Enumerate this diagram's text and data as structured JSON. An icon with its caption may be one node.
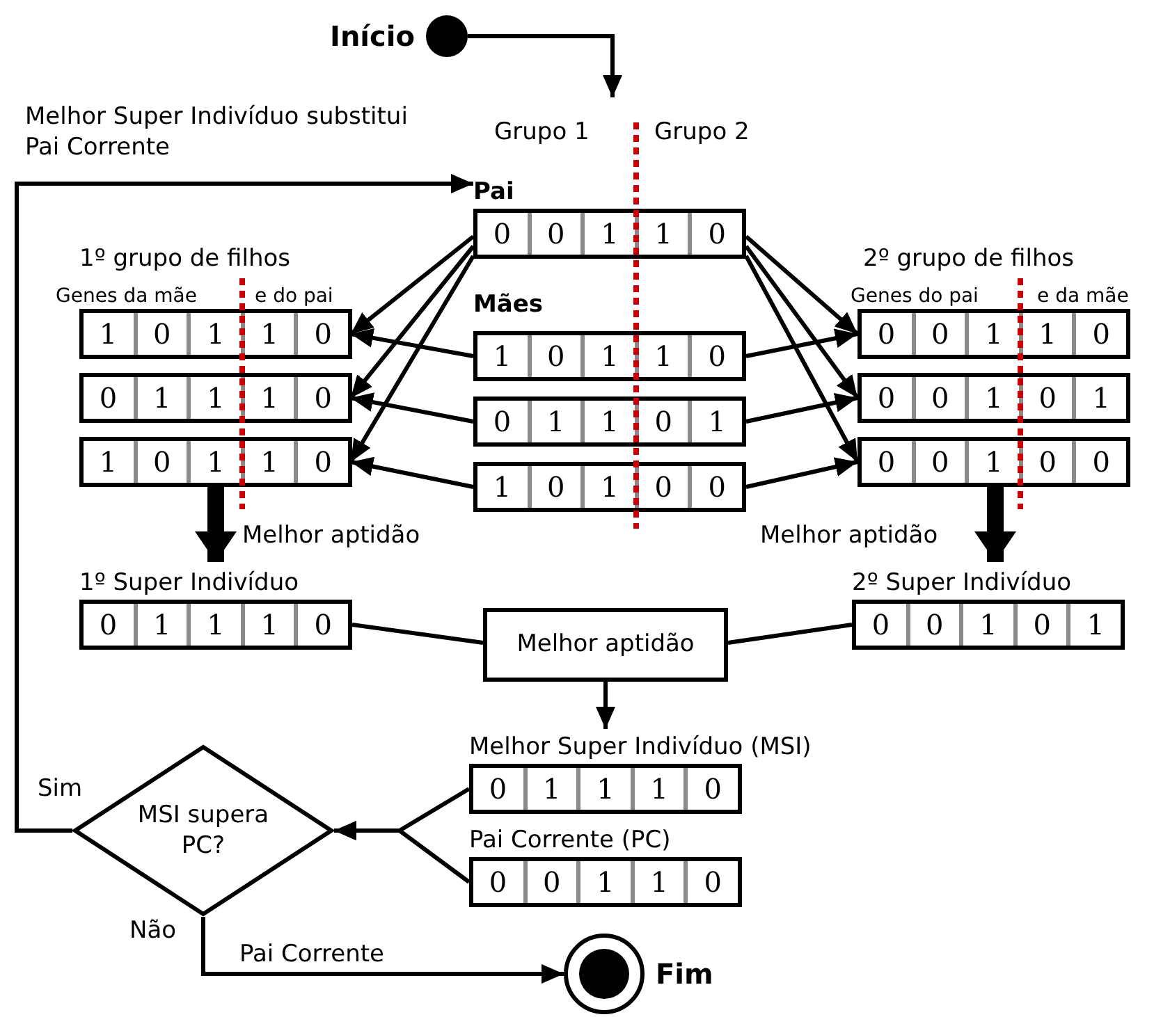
{
  "diagram": {
    "nodes": [
      {
        "text": [],
        "shape": "circle",
        "beside": [
          "Início"
        ]
      },
      {
        "text": [
          "0",
          "0",
          "1",
          "1",
          "0"
        ],
        "beside": [
          "Pai"
        ]
      },
      {
        "text": [
          "1",
          "0",
          "1",
          "1",
          "0"
        ]
      },
      {
        "text": [
          "0",
          "1",
          "1",
          "1",
          "0"
        ]
      },
      {
        "text": [
          "1",
          "0",
          "1",
          "1",
          "0"
        ]
      },
      {
        "text": [
          "1",
          "0",
          "1",
          "1",
          "0"
        ]
      },
      {
        "text": [
          "0",
          "1",
          "1",
          "0",
          "1"
        ]
      },
      {
        "text": [
          "1",
          "0",
          "1",
          "0",
          "0"
        ]
      },
      {
        "text": [
          "0",
          "0",
          "1",
          "1",
          "0"
        ]
      },
      {
        "text": [
          "0",
          "0",
          "1",
          "0",
          "1"
        ]
      },
      {
        "text": [
          "0",
          "0",
          "1",
          "0",
          "0"
        ]
      },
      {
        "text": [
          "0",
          "1",
          "1",
          "1",
          "0"
        ],
        "beside": [
          "1º Super Indivíduo"
        ]
      },
      {
        "text": [
          "0",
          "0",
          "1",
          "0",
          "1"
        ],
        "beside": [
          "2º Super Indivíduo"
        ]
      },
      {
        "text": [
          "Melhor aptidão"
        ]
      },
      {
        "text": [
          "0",
          "1",
          "1",
          "1",
          "0"
        ],
        "beside": [
          "Melhor Super Indivíduo (MSI)"
        ]
      },
      {
        "text": [
          "0",
          "0",
          "1",
          "1",
          "0"
        ],
        "beside": [
          "Pai Corrente (PC)"
        ]
      },
      {
        "text": [
          "MSI supera PC?"
        ]
      },
      {
        "text": [],
        "shape": "circle",
        "beside": [
          "Fim"
        ]
      }
    ],
    "edges": [
      {
        "from": 0,
        "to": null,
        "arrow": "to"
      },
      {
        "from": 1,
        "to": 2,
        "arrow": "to"
      },
      {
        "from": 1,
        "to": 3,
        "arrow": "to"
      },
      {
        "from": 1,
        "to": 4,
        "arrow": "to"
      },
      {
        "from": 5,
        "to": 2,
        "arrow": "to"
      },
      {
        "from": 6,
        "to": 3,
        "arrow": "to"
      },
      {
        "from": 7,
        "to": 4,
        "arrow": "to"
      },
      {
        "from": 1,
        "to": 8,
        "arrow": "to"
      },
      {
        "from": 1,
        "to": 9,
        "arrow": "to"
      },
      {
        "from": 1,
        "to": 10,
        "arrow": "to"
      },
      {
        "from": 5,
        "to": 8,
        "arrow": "to"
      },
      {
        "from": 6,
        "to": 9,
        "arrow": "to"
      },
      {
        "from": 7,
        "to": 10,
        "arrow": "to"
      },
      {
        "from": 4,
        "to": 11,
        "arrow": "to",
        "label": "Melhor aptidão",
        "style": "thick"
      },
      {
        "from": 10,
        "to": 12,
        "arrow": "to",
        "label": "Melhor aptidão",
        "style": "thick"
      },
      {
        "from": 11,
        "to": 13,
        "arrow": "none"
      },
      {
        "from": 12,
        "to": 13,
        "arrow": "none"
      },
      {
        "from": 13,
        "to": 14,
        "arrow": "to"
      },
      {
        "from": 14,
        "to": 16,
        "arrow": "to"
      },
      {
        "from": 15,
        "to": 16,
        "arrow": "to"
      },
      {
        "from": 16,
        "to": 1,
        "arrow": "to",
        "label": "Sim"
      },
      {
        "from": 16,
        "to": 17,
        "arrow": "to",
        "label": "Não"
      }
    ],
    "labels": [
      "Grupo 1",
      "Grupo 2",
      "Melhor Super Indivíduo substitui Pai Corrente",
      "1º grupo de filhos",
      "Genes da mãe",
      "e do pai",
      "Mães",
      "2º grupo de filhos",
      "Genes do pai",
      "e da mãe",
      "Pai Corrente"
    ]
  }
}
